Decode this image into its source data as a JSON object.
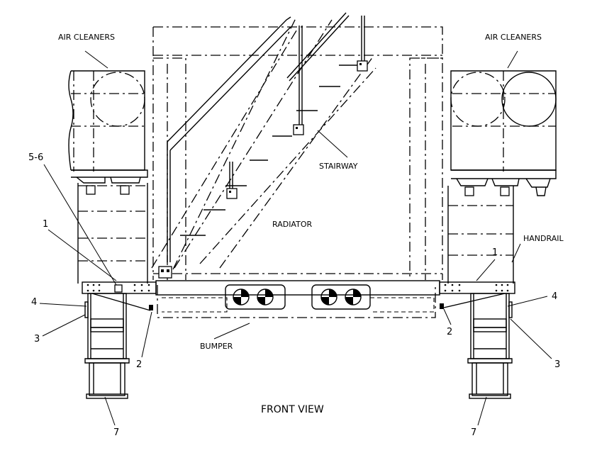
{
  "labels": {
    "air_cleaners_left": "AIR CLEANERS",
    "air_cleaners_right": "AIR CLEANERS",
    "stairway": "STAIRWAY",
    "radiator": "RADIATOR",
    "handrail": "HANDRAIL",
    "bumper": "BUMPER",
    "view_title": "FRONT VIEW"
  },
  "callouts": {
    "left_5_6": "5-6",
    "left_1": "1",
    "left_4": "4",
    "left_3": "3",
    "left_2": "2",
    "left_7": "7",
    "right_1": "1",
    "right_4": "4",
    "right_2": "2",
    "right_3": "3",
    "right_7": "7"
  }
}
